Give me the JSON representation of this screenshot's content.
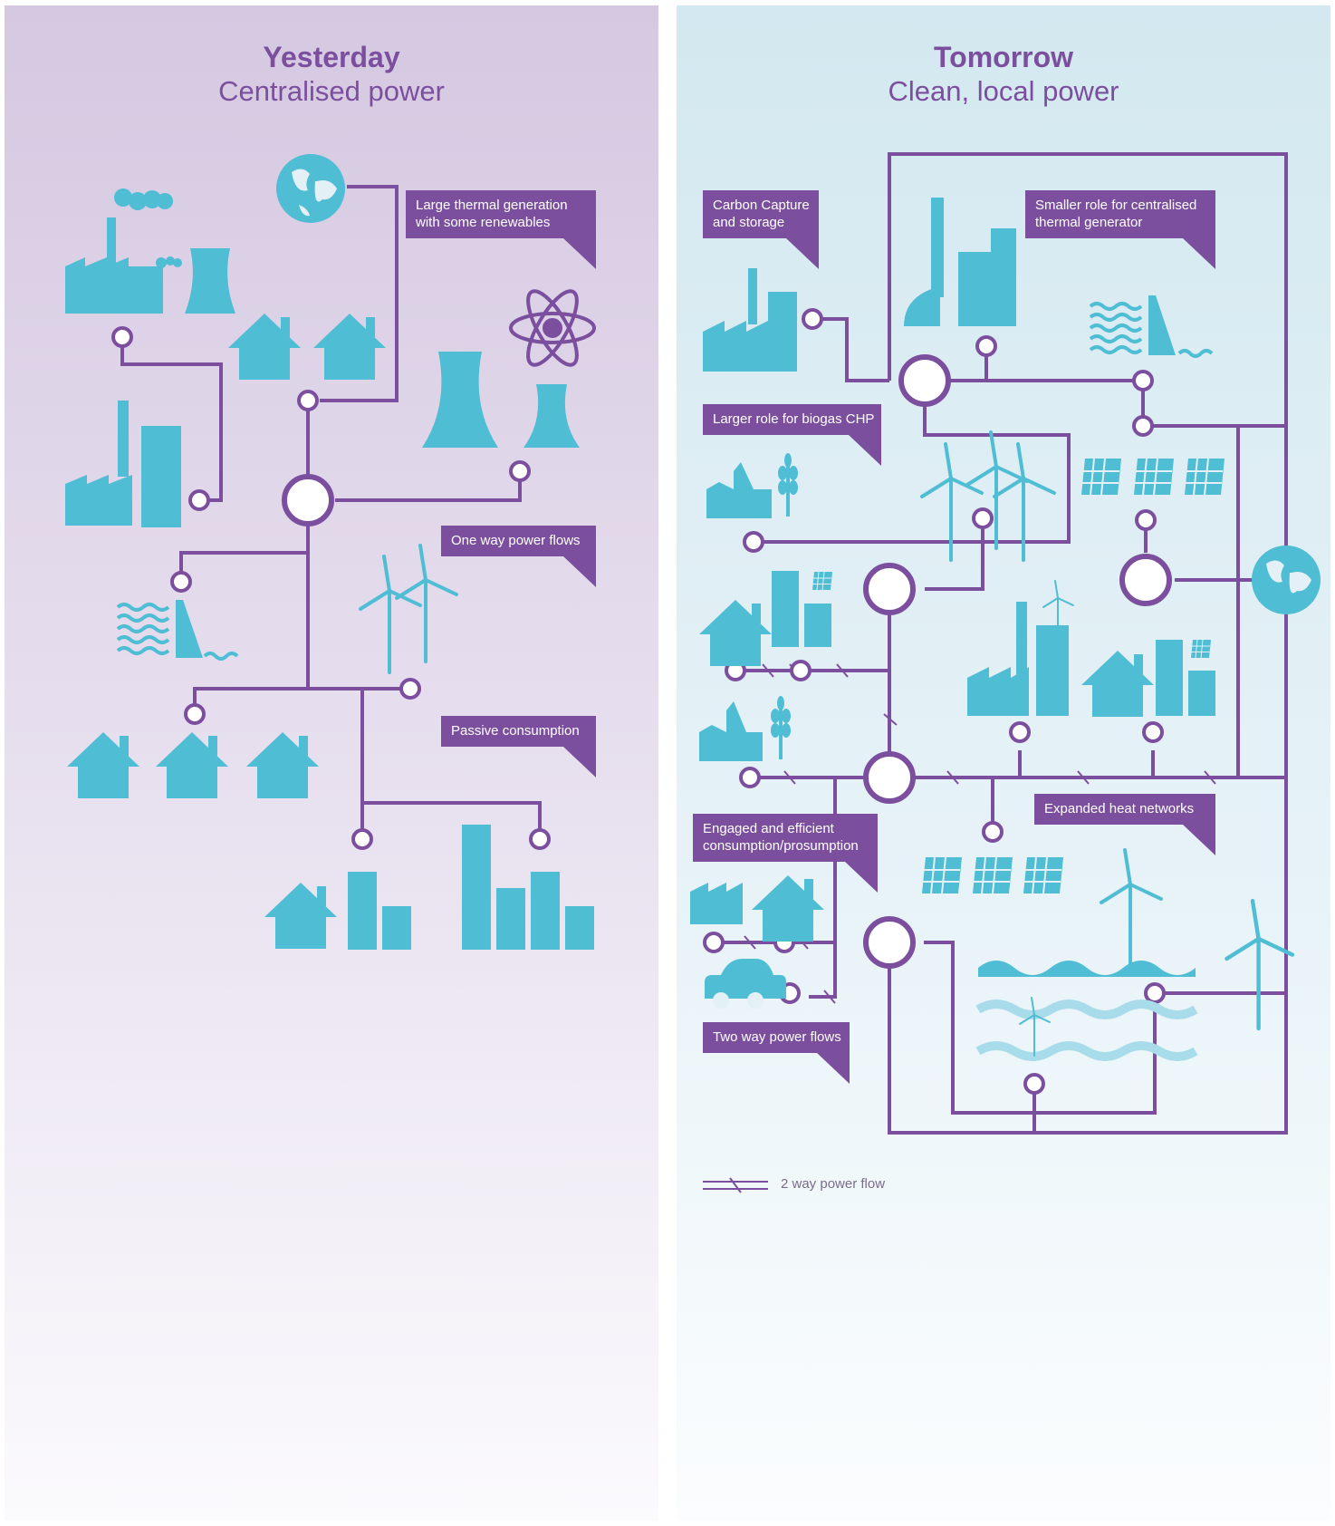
{
  "left": {
    "title": "Yesterday",
    "subtitle": "Centralised power",
    "labels": {
      "thermal": [
        "Large thermal generation",
        "with some renewables"
      ],
      "one_way": "One way power flows",
      "passive": "Passive consumption"
    }
  },
  "right": {
    "title": "Tomorrow",
    "subtitle": "Clean, local power",
    "labels": {
      "ccs": [
        "Carbon Capture",
        "and storage"
      ],
      "smaller": [
        "Smaller role for centralised",
        "thermal generator"
      ],
      "biogas": "Larger role for biogas CHP",
      "heat": "Expanded heat networks",
      "engaged": [
        "Engaged and efficient",
        "consumption/prosumption"
      ],
      "two_way": "Two way power flows"
    },
    "legend": "2 way power flow"
  },
  "colors": {
    "purple": "#7b4f9e",
    "teal": "#4fbdd4",
    "left_bg": "#d5c8e1",
    "right_bg": "#d3e8f0"
  },
  "icons": [
    "factory-icon",
    "cooling-tower-icon",
    "house-icon",
    "office-building-icon",
    "globe-icon",
    "atom-icon",
    "hydro-dam-icon",
    "wind-turbine-icon",
    "solar-panel-icon",
    "wheat-icon",
    "car-icon",
    "offshore-wind-icon"
  ]
}
